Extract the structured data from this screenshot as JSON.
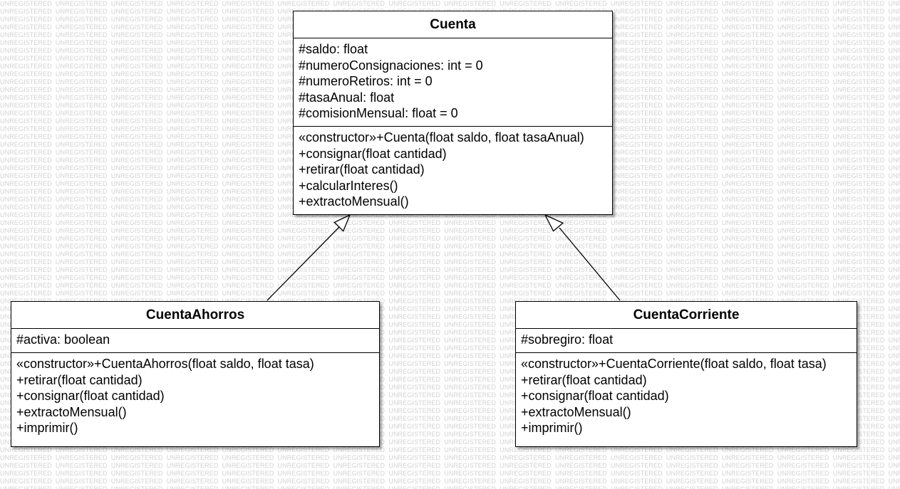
{
  "watermark_text": "UNREGISTERED",
  "classes": {
    "cuenta": {
      "name": "Cuenta",
      "attributes": [
        "#saldo: float",
        "#numeroConsignaciones: int = 0",
        "#numeroRetiros: int = 0",
        "#tasaAnual: float",
        "#comisionMensual: float = 0"
      ],
      "operations": [
        "«constructor»+Cuenta(float saldo, float tasaAnual)",
        "+consignar(float cantidad)",
        "+retirar(float cantidad)",
        "+calcularInteres()",
        "+extractoMensual()"
      ]
    },
    "ahorros": {
      "name": "CuentaAhorros",
      "attributes": [
        "#activa: boolean"
      ],
      "operations": [
        "«constructor»+CuentaAhorros(float saldo, float tasa)",
        "+retirar(float cantidad)",
        "+consignar(float cantidad)",
        "+extractoMensual()",
        "+imprimir()"
      ]
    },
    "corriente": {
      "name": "CuentaCorriente",
      "attributes": [
        "#sobregiro: float"
      ],
      "operations": [
        "«constructor»+CuentaCorriente(float saldo, float tasa)",
        "+retirar(float cantidad)",
        "+consignar(float cantidad)",
        "+extractoMensual()",
        "+imprimir()"
      ]
    }
  },
  "relations": [
    {
      "type": "generalization",
      "from": "CuentaAhorros",
      "to": "Cuenta"
    },
    {
      "type": "generalization",
      "from": "CuentaCorriente",
      "to": "Cuenta"
    }
  ]
}
